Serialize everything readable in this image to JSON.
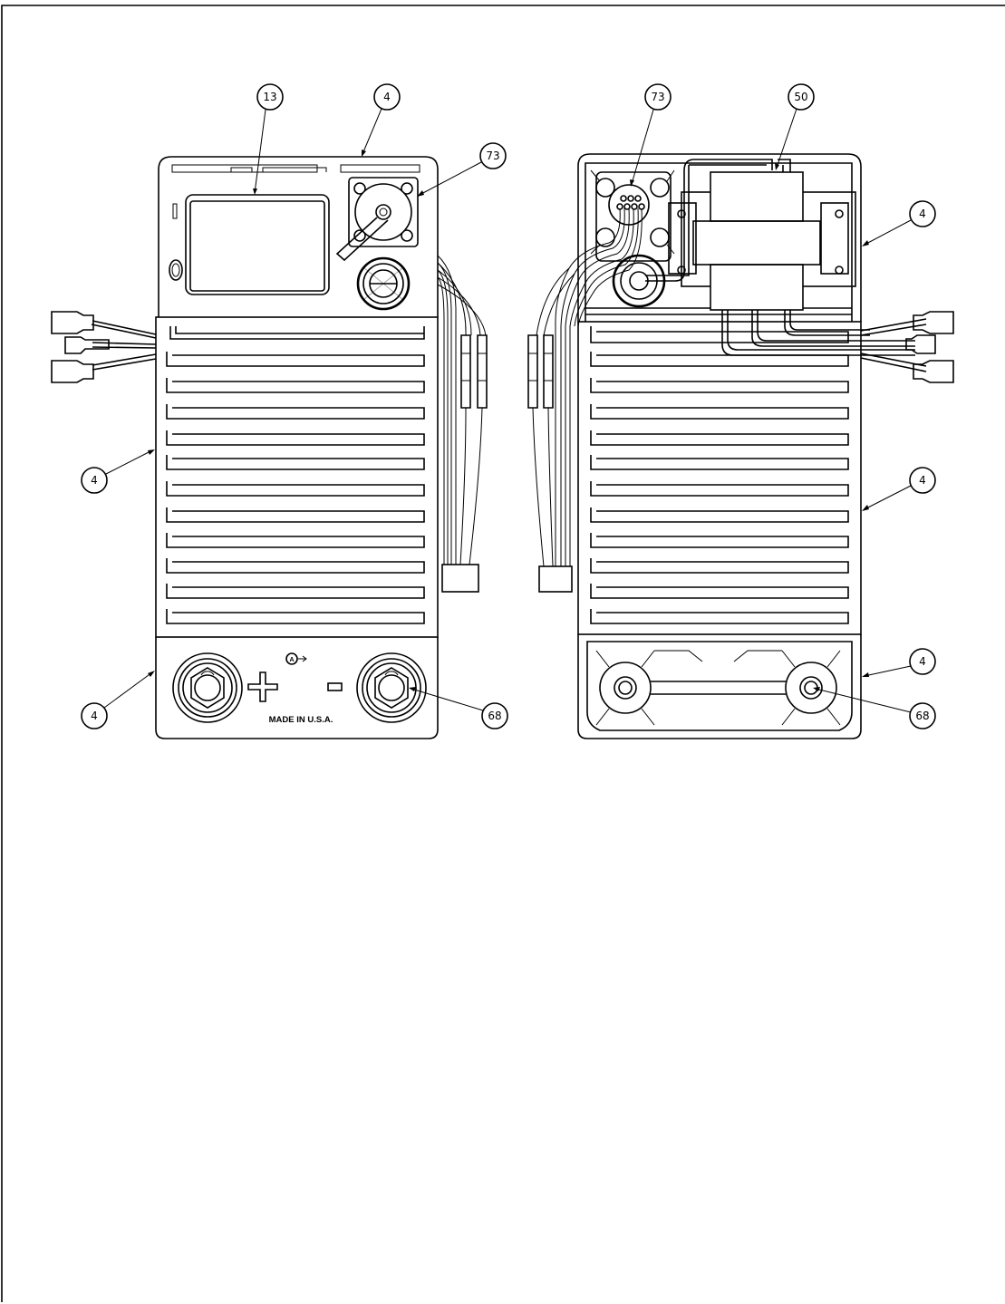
{
  "callouts": {
    "left_13": "13",
    "left_4_top": "4",
    "left_73": "73",
    "left_4_side": "4",
    "left_4_bottom": "4",
    "left_68": "68",
    "right_73": "73",
    "right_50": "50",
    "right_4_upper": "4",
    "right_4_middle": "4",
    "right_4_bottom": "4",
    "right_68": "68"
  },
  "panel_text": {
    "made_in": "MADE IN U.S.A."
  },
  "colors": {
    "line": "#000000",
    "background": "#ffffff"
  }
}
